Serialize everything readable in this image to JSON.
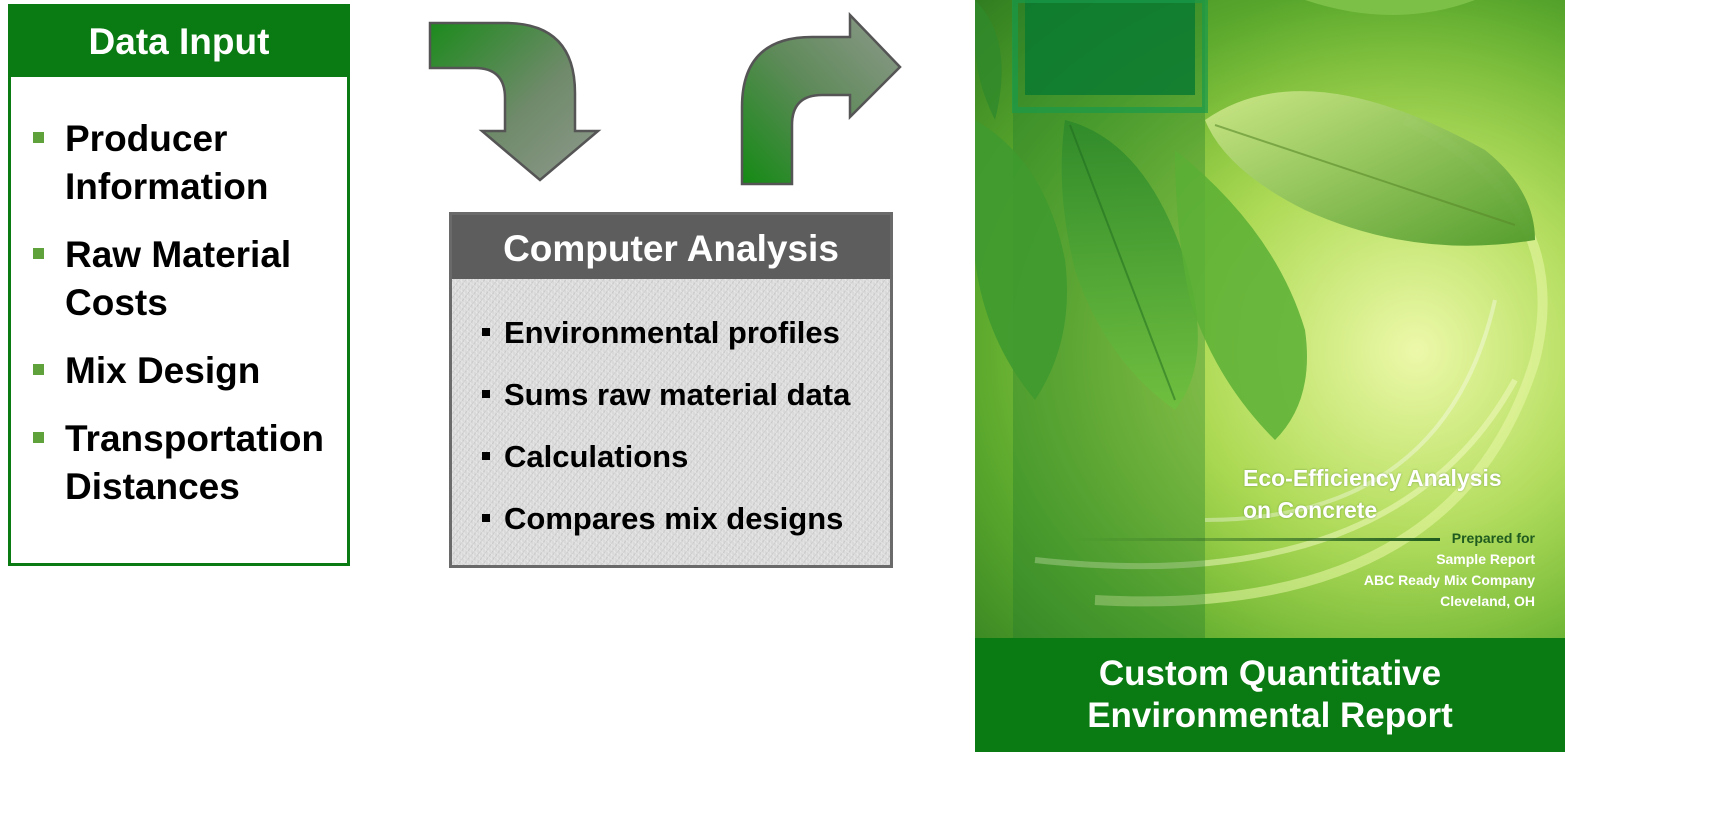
{
  "data_input": {
    "title": "Data Input",
    "items": [
      "Producer Information",
      "Raw Material Costs",
      "Mix Design",
      "Transportation Distances"
    ]
  },
  "computer_analysis": {
    "title": "Computer Analysis",
    "items": [
      "Environmental profiles",
      "Sums raw material data",
      "Calculations",
      "Compares mix designs"
    ]
  },
  "report": {
    "cover_title_line1": "Eco-Efficiency Analysis",
    "cover_title_line2": "on Concrete",
    "prepared_for": "Prepared for",
    "client_line1": "Sample Report",
    "client_line2": "ABC Ready Mix Company",
    "client_line3": "Cleveland, OH",
    "caption_line1": "Custom Quantitative",
    "caption_line2": "Environmental Report"
  },
  "colors": {
    "brand_green": "#0a7a12",
    "analysis_header_gray": "#5d5d5d",
    "bullet_green": "#5fa13a"
  }
}
